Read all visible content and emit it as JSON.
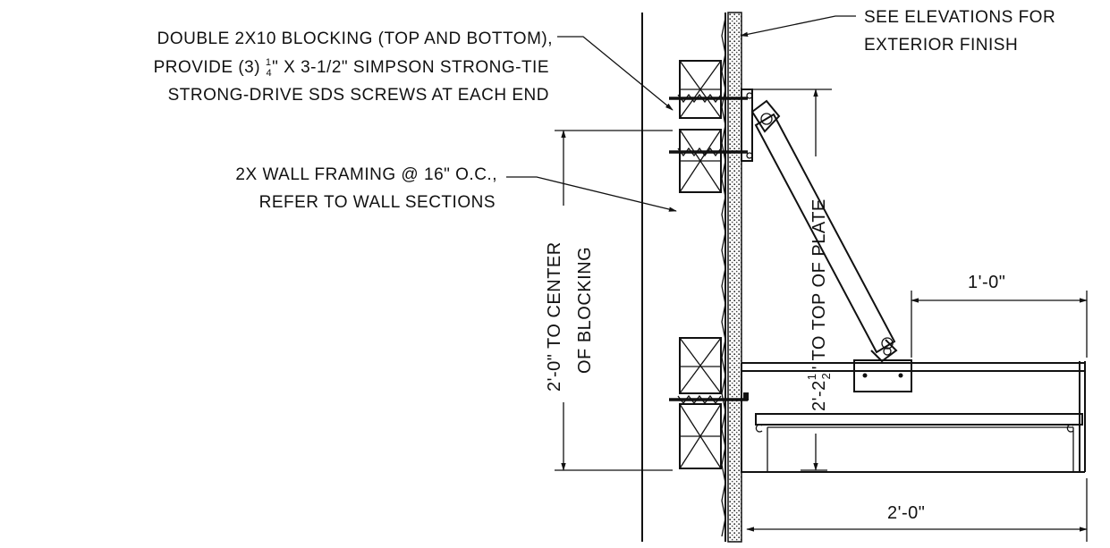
{
  "notes": {
    "blocking": {
      "line1": "DOUBLE 2X10 BLOCKING (TOP AND BOTTOM),",
      "line2_pre": "PROVIDE (3) ",
      "line2_frac_num": "1",
      "line2_frac_den": "4",
      "line2_post": "\" X 3-1/2\" SIMPSON STRONG-TIE",
      "line3": "STRONG-DRIVE SDS SCREWS AT EACH END"
    },
    "framing": {
      "line1": "2X WALL FRAMING @ 16\" O.C.,",
      "line2": "REFER TO WALL SECTIONS"
    },
    "finish": {
      "line1": "SEE ELEVATIONS FOR",
      "line2": "EXTERIOR FINISH"
    }
  },
  "dimensions": {
    "to_center_blocking_1": "2'-0\" TO CENTER",
    "to_center_blocking_2": "OF BLOCKING",
    "plate_prefix": "2'-2",
    "plate_frac_num": "1",
    "plate_frac_den": "2",
    "plate_suffix": "\" TO TOP OF PLATE",
    "projection_short": "1'-0\"",
    "projection_full": "2'-0\""
  }
}
